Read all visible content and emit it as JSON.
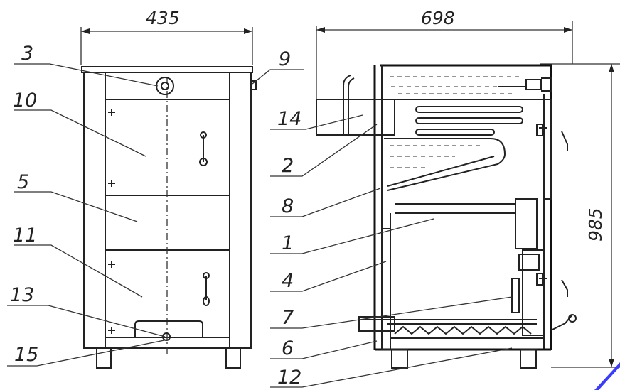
{
  "dimensions": {
    "front_width": "435",
    "side_depth": "698",
    "height": "985"
  },
  "callouts": {
    "front": [
      "3",
      "10",
      "5",
      "11",
      "13",
      "15"
    ],
    "right_top": "9",
    "side": [
      "14",
      "2",
      "8",
      "1",
      "4",
      "7",
      "6",
      "12"
    ]
  }
}
